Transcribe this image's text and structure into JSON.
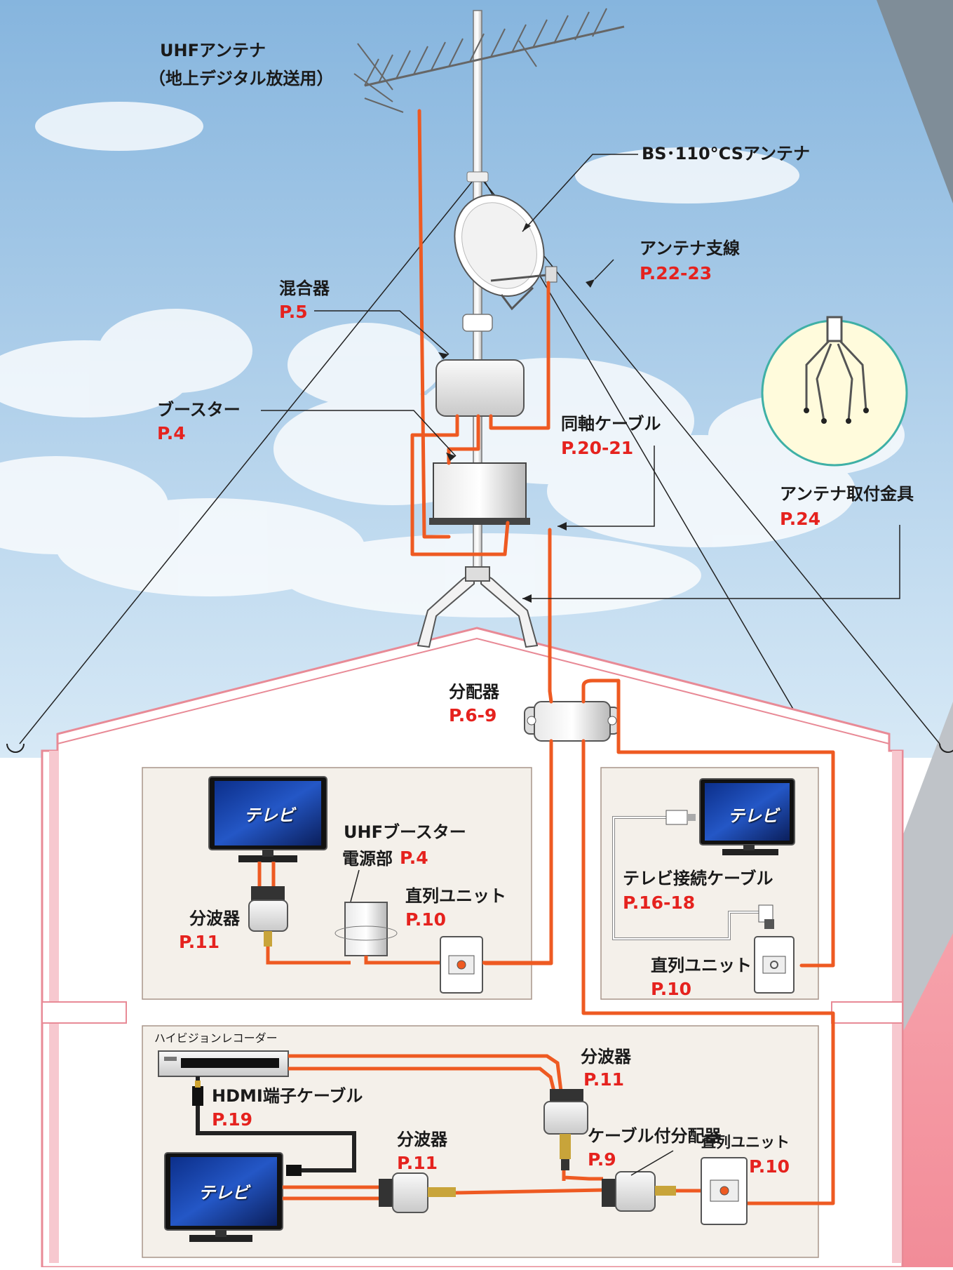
{
  "colors": {
    "cable": "#ee5a22",
    "house_outline": "#e88a96",
    "house_fill": "#ffffff",
    "room_fill": "#f4f0ea",
    "room_border": "#a8958a",
    "sky_top": "#86b5de",
    "sky_bottom": "#d7e9f6",
    "accent_red": "#e5221e",
    "badge_fill": "#fffbdc",
    "badge_border": "#3fb0a6"
  },
  "labels": {
    "uhf_antenna": "UHFアンテナ",
    "uhf_antenna_sub": "（地上デジタル放送用）",
    "bs_antenna": "BS･110°CSアンテナ",
    "guy_wire": "アンテナ支線",
    "guy_wire_page": "P.22-23",
    "mixer": "混合器",
    "mixer_page": "P.5",
    "booster": "ブースター",
    "booster_page": "P.4",
    "coax": "同軸ケーブル",
    "coax_page": "P.20-21",
    "mount": "アンテナ取付金具",
    "mount_page": "P.24",
    "distributor": "分配器",
    "distributor_page": "P.6-9",
    "tv1": "テレビ",
    "uhf_booster_power_1": "UHFブースター",
    "uhf_booster_power_2": "電源部",
    "uhf_booster_power_page": "P.4",
    "splitter1": "分波器",
    "splitter1_page": "P.11",
    "outlet1": "直列ユニット",
    "outlet1_page": "P.10",
    "tv2": "テレビ",
    "tv_cable": "テレビ接続ケーブル",
    "tv_cable_page": "P.16-18",
    "outlet2": "直列ユニット",
    "outlet2_page": "P.10",
    "recorder": "ハイビジョンレコーダー",
    "splitter2": "分波器",
    "splitter2_page": "P.11",
    "hdmi": "HDMI端子ケーブル",
    "hdmi_page": "P.19",
    "splitter3": "分波器",
    "splitter3_page": "P.11",
    "cable_distributor": "ケーブル付分配器",
    "cable_distributor_page": "P.9",
    "tv3": "テレビ",
    "outlet3": "直列ユニット",
    "outlet3_page": "P.10"
  }
}
